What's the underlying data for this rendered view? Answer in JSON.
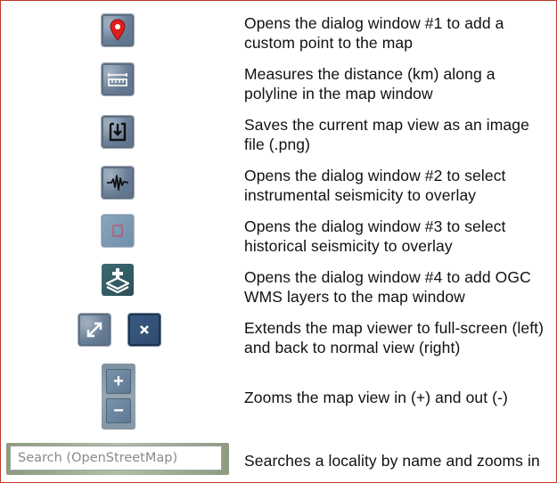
{
  "legend": [
    {
      "id": "add-point",
      "icon": "map-marker-icon",
      "description": "Opens the dialog window #1 to add a custom point to the map"
    },
    {
      "id": "measure",
      "icon": "ruler-icon",
      "description": "Measures the distance (km) along a polyline in the map window"
    },
    {
      "id": "save-image",
      "icon": "download-icon",
      "description": "Saves the current map view as an image file (.png)"
    },
    {
      "id": "instrumental",
      "icon": "seismogram-icon",
      "description": "Opens the dialog window #2 to select instrumental seismicity to overlay"
    },
    {
      "id": "historical",
      "icon": "square-outline-icon",
      "description": "Opens the dialog window #3 to select historical seismicity to overlay"
    },
    {
      "id": "wms-layers",
      "icon": "layers-plus-icon",
      "description": "Opens the dialog window #4 to add OGC WMS layers to the map window"
    },
    {
      "id": "fullscreen",
      "icon": "expand-icon",
      "icon2": "close-icon",
      "description": "Extends the map viewer to full-screen (left) and back to normal view (right)"
    },
    {
      "id": "zoom",
      "zoom_in_label": "+",
      "zoom_out_label": "−",
      "description": "Zooms the map view in (+) and out (-)"
    },
    {
      "id": "search",
      "placeholder": "Search (OpenStreetMap)",
      "description": "Searches a locality by name and zooms in"
    }
  ],
  "colors": {
    "frame_border": "#c0392b",
    "marker_red": "#e01e1e",
    "button_blue": "#6a8098",
    "button_dark_blue": "#2d4a6e"
  }
}
